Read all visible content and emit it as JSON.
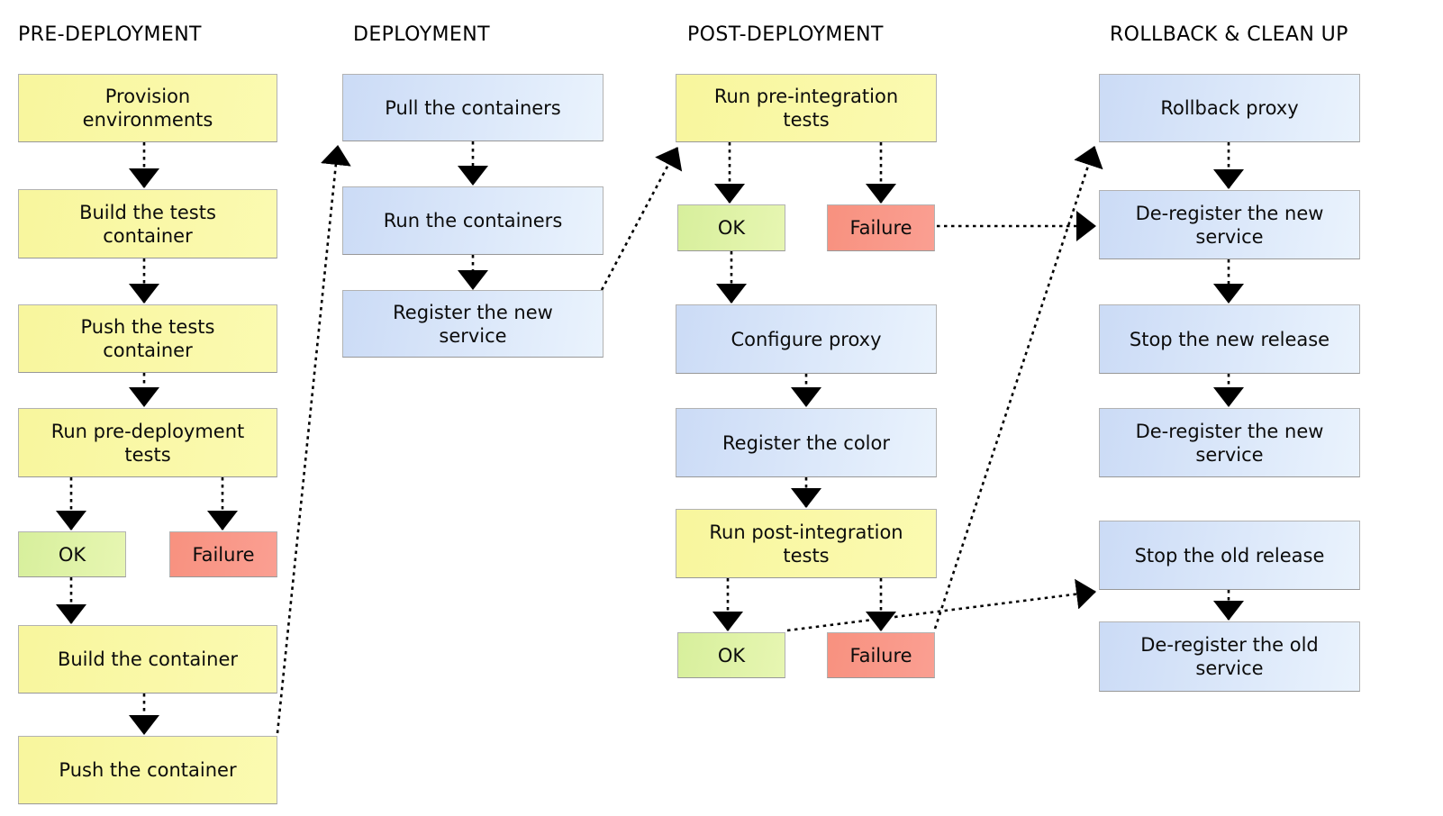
{
  "diagram": {
    "columns": [
      {
        "id": "pre-deployment",
        "title": "PRE-DEPLOYMENT",
        "nodes": [
          {
            "label": "Provision\nenvironments",
            "type": "task"
          },
          {
            "label": "Build the tests\ncontainer",
            "type": "task"
          },
          {
            "label": "Push the tests\ncontainer",
            "type": "task"
          },
          {
            "label": "Run pre-deployment\ntests",
            "type": "task"
          },
          {
            "label": "OK",
            "type": "ok"
          },
          {
            "label": "Failure",
            "type": "failure"
          },
          {
            "label": "Build the container",
            "type": "task"
          },
          {
            "label": "Push the container",
            "type": "task"
          }
        ]
      },
      {
        "id": "deployment",
        "title": "DEPLOYMENT",
        "nodes": [
          {
            "label": "Pull the containers",
            "type": "deploy"
          },
          {
            "label": "Run the containers",
            "type": "deploy"
          },
          {
            "label": "Register the new\nservice",
            "type": "deploy"
          }
        ]
      },
      {
        "id": "post-deployment",
        "title": "POST-DEPLOYMENT",
        "nodes": [
          {
            "label": "Run pre-integration\ntests",
            "type": "task"
          },
          {
            "label": "OK",
            "type": "ok"
          },
          {
            "label": "Failure",
            "type": "failure"
          },
          {
            "label": "Configure proxy",
            "type": "deploy"
          },
          {
            "label": "Register the color",
            "type": "deploy"
          },
          {
            "label": "Run post-integration\ntests",
            "type": "task"
          },
          {
            "label": "OK",
            "type": "ok"
          },
          {
            "label": "Failure",
            "type": "failure"
          }
        ]
      },
      {
        "id": "rollback-clean-up",
        "title": "ROLLBACK & CLEAN UP",
        "nodes": [
          {
            "label": "Rollback proxy",
            "type": "deploy"
          },
          {
            "label": "De-register the new\nservice",
            "type": "deploy"
          },
          {
            "label": "Stop the new release",
            "type": "deploy"
          },
          {
            "label": "De-register the new\nservice",
            "type": "deploy"
          },
          {
            "label": "Stop the old release",
            "type": "deploy"
          },
          {
            "label": "De-register the old\nservice",
            "type": "deploy"
          }
        ]
      }
    ],
    "edges": [
      {
        "from": "Provision environments",
        "to": "Build the tests container"
      },
      {
        "from": "Build the tests container",
        "to": "Push the tests container"
      },
      {
        "from": "Push the tests container",
        "to": "Run pre-deployment tests"
      },
      {
        "from": "Run pre-deployment tests",
        "to": "OK (pre-deployment)"
      },
      {
        "from": "Run pre-deployment tests",
        "to": "Failure (pre-deployment)"
      },
      {
        "from": "OK (pre-deployment)",
        "to": "Build the container"
      },
      {
        "from": "Build the container",
        "to": "Push the container"
      },
      {
        "from": "Push the container",
        "to": "Pull the containers"
      },
      {
        "from": "Pull the containers",
        "to": "Run the containers"
      },
      {
        "from": "Run the containers",
        "to": "Register the new service"
      },
      {
        "from": "Register the new service",
        "to": "Run pre-integration tests"
      },
      {
        "from": "Run pre-integration tests",
        "to": "OK (pre-integration)"
      },
      {
        "from": "Run pre-integration tests",
        "to": "Failure (pre-integration)"
      },
      {
        "from": "Failure (pre-integration)",
        "to": "De-register the new service"
      },
      {
        "from": "OK (pre-integration)",
        "to": "Configure proxy"
      },
      {
        "from": "Configure proxy",
        "to": "Register the color"
      },
      {
        "from": "Register the color",
        "to": "Run post-integration tests"
      },
      {
        "from": "Run post-integration tests",
        "to": "OK (post-integration)"
      },
      {
        "from": "Run post-integration tests",
        "to": "Failure (post-integration)"
      },
      {
        "from": "OK (post-integration)",
        "to": "Stop the old release"
      },
      {
        "from": "Failure (post-integration)",
        "to": "Rollback proxy"
      },
      {
        "from": "Rollback proxy",
        "to": "De-register the new service"
      },
      {
        "from": "De-register the new service",
        "to": "Stop the new release"
      },
      {
        "from": "Stop the new release",
        "to": "De-register the new service (2)"
      },
      {
        "from": "Stop the old release",
        "to": "De-register the old service"
      }
    ],
    "colors": {
      "task_yellow": "#f9f7a0",
      "deploy_blue": "#cddcf6",
      "ok_green": "#dcefa1",
      "failure_red": "#f8937f",
      "connector": "#000000",
      "background": "#ffffff"
    }
  }
}
